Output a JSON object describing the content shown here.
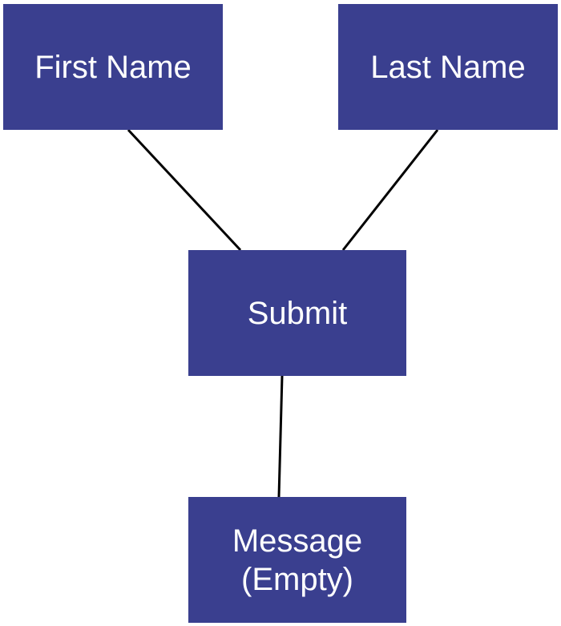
{
  "diagram": {
    "nodes": {
      "first_name": "First Name",
      "last_name": "Last Name",
      "submit": "Submit",
      "message": "Message\n(Empty)"
    },
    "edges": [
      {
        "from": "first_name",
        "to": "submit"
      },
      {
        "from": "last_name",
        "to": "submit"
      },
      {
        "from": "submit",
        "to": "message"
      }
    ],
    "colors": {
      "node_fill": "#3a3f8f",
      "node_text": "#ffffff",
      "edge": "#000000"
    }
  }
}
